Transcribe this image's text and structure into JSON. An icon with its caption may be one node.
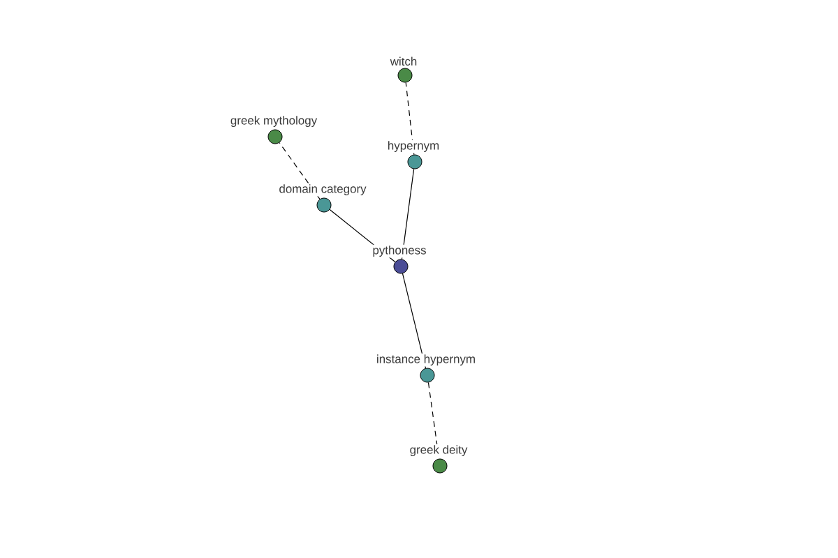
{
  "diagram": {
    "nodes": [
      {
        "text": [
          "witch"
        ]
      },
      {
        "text": [
          "greek mythology"
        ]
      },
      {
        "text": [
          "hypernym"
        ]
      },
      {
        "text": [
          "domain category"
        ]
      },
      {
        "text": [
          "pythoness"
        ]
      },
      {
        "text": [
          "instance hypernym"
        ]
      },
      {
        "text": [
          "greek deity"
        ]
      }
    ],
    "edges": [
      {
        "from": 2,
        "to": 0,
        "arrow": "none",
        "style": "dashed"
      },
      {
        "from": 3,
        "to": 1,
        "arrow": "none",
        "style": "dashed"
      },
      {
        "from": 4,
        "to": 2,
        "arrow": "none"
      },
      {
        "from": 4,
        "to": 3,
        "arrow": "none"
      },
      {
        "from": 4,
        "to": 5,
        "arrow": "none"
      },
      {
        "from": 5,
        "to": 6,
        "arrow": "none",
        "style": "dashed"
      }
    ]
  }
}
